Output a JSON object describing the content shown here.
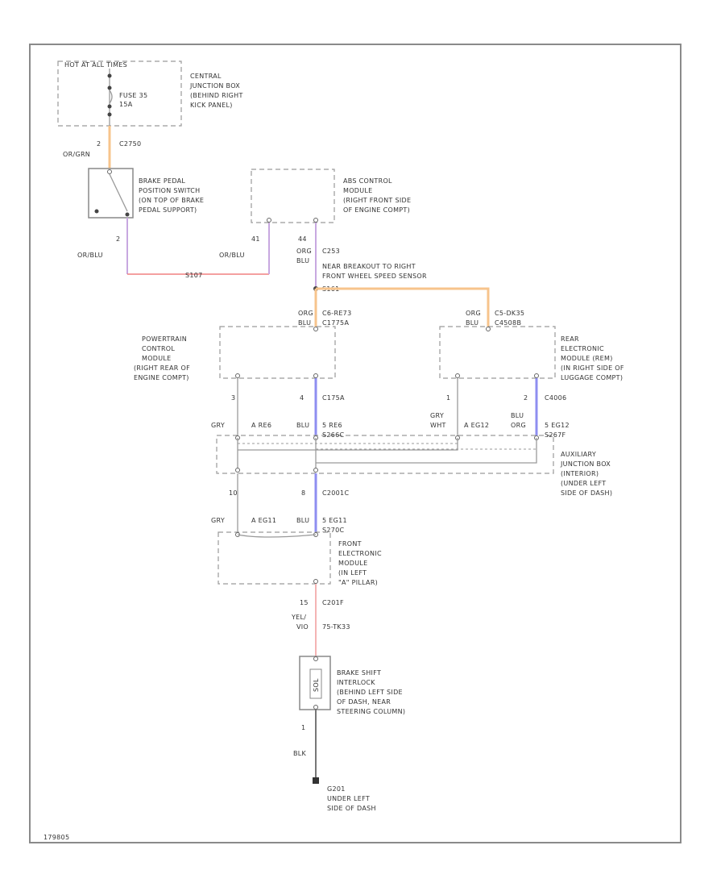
{
  "footer_code": "179805",
  "fuse_block": {
    "header": "HOT AT ALL TIMES",
    "fuse": "FUSE 35",
    "amps": "15A",
    "location": [
      "CENTRAL",
      "JUNCTION BOX",
      "(BEHIND RIGHT",
      "KICK PANEL)"
    ]
  },
  "c2750": {
    "pin": "2",
    "connector": "C2750",
    "wire": "OR/GRN"
  },
  "brake_switch": {
    "label": [
      "BRAKE PEDAL",
      "POSITION SWITCH",
      "(ON TOP OF BRAKE",
      "PEDAL SUPPORT)"
    ],
    "pin": "2",
    "wire": "OR/BLU"
  },
  "abs_module": {
    "label": [
      "ABS CONTROL",
      "MODULE",
      "(RIGHT FRONT SIDE",
      "OF ENGINE COMPT)"
    ],
    "pin_left": "41",
    "wire_left": "OR/BLU",
    "pin_right": "44",
    "wire_right_1": "ORG",
    "wire_right_2": "BLU",
    "conn_right": "C253"
  },
  "splice_s107": "S107",
  "breakout_note": [
    "NEAR BREAKOUT TO RIGHT",
    "FRONT WHEEL SPEED SENSOR"
  ],
  "splice_s161": "S161",
  "pcm": {
    "label": [
      "POWERTRAIN",
      "CONTROL",
      "MODULE",
      "(RIGHT REAR OF",
      "ENGINE COMPT)"
    ],
    "wire_top_1": "ORG",
    "wire_top_2": "BLU",
    "conn_top": "C6-RE73",
    "conn_top_2": "C1775A",
    "pin_a": "3",
    "pin_b": "4",
    "conn_b": "C175A"
  },
  "rear_module": {
    "label": [
      "REAR",
      "ELECTRONIC",
      "MODULE (REM)",
      "(IN RIGHT SIDE OF",
      "LUGGAGE COMPT)"
    ],
    "wire_top_1": "ORG",
    "wire_top_2": "BLU",
    "conn_top": "C5-DK35",
    "conn_top_2": "C4508B",
    "pin_a": "1",
    "pin_b": "2",
    "conn_b": "C4006"
  },
  "ajb": {
    "label": [
      "AUXILIARY",
      "JUNCTION BOX",
      "(INTERIOR)",
      "(UNDER LEFT",
      "SIDE OF DASH)"
    ],
    "w1": "GRY",
    "c1": "A RE6",
    "w2": "BLU",
    "c2": "5 RE6",
    "c2b": "S266C",
    "w3": "GRY",
    "w3b": "WHT",
    "c3": "A EG12",
    "w4": "BLU",
    "w4b": "ORG",
    "c4": "5 EG12",
    "c4b": "S267F"
  },
  "c2001": {
    "pin_a": "10",
    "pin_b": "8",
    "conn": "C2001C"
  },
  "fem": {
    "label": [
      "FRONT",
      "ELECTRONIC",
      "MODULE",
      "(IN LEFT",
      "\"A\" PILLAR)"
    ],
    "w1": "GRY",
    "c1": "A EG11",
    "w2": "BLU",
    "c2": "5 EG11",
    "c2b": "S270C",
    "pin_bot": "15",
    "conn_bot": "C201F",
    "wire_bot_1": "YEL/",
    "wire_bot_2": "VIO",
    "conn_bot_2": "75-TK33"
  },
  "shift_interlock": {
    "label": [
      "BRAKE SHIFT",
      "INTERLOCK",
      "(BEHIND LEFT SIDE",
      "OF DASH, NEAR",
      "STEERING COLUMN)"
    ],
    "coil_text": "SOL",
    "pin": "1",
    "wire": "BLK"
  },
  "ground": {
    "id": "G201",
    "label": [
      "G201",
      "UNDER LEFT",
      "SIDE OF DASH"
    ]
  },
  "colors": {
    "orange_wire": "#f7c48c",
    "blue_wire": "#8e8ef0",
    "red_wire": "#f08080",
    "violet_wire": "#c8a8e0",
    "pink_wire": "#f4b4b4"
  }
}
